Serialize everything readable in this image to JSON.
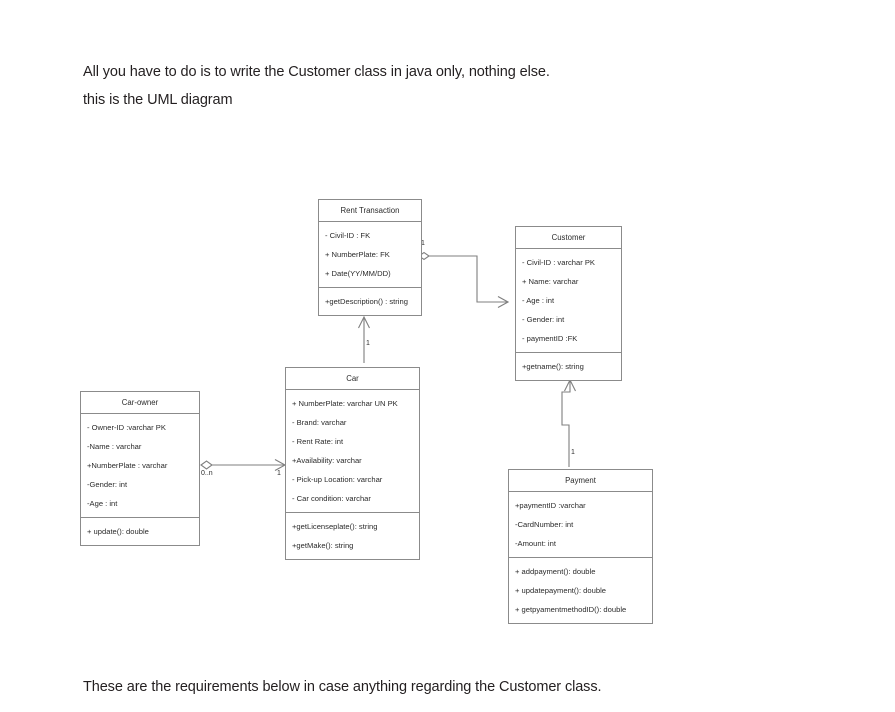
{
  "document": {
    "intro_line_1": "All you have to do is to write the Customer class in java only, nothing else.",
    "intro_line_2": "this is the UML diagram",
    "footer_line": "These are the requirements below in case anything regarding the Customer class."
  },
  "diagram": {
    "type": "uml-class-diagram",
    "line_color": "#7f7f7f",
    "border_color": "#8b8b8b",
    "text_color": "#2b2b2b",
    "classes": [
      {
        "id": "rent-transaction",
        "name": "Rent Transaction",
        "attributes": [
          "- Civil-ID : FK",
          "+ NumberPlate:  FK",
          "+ Date(YY/MM/DD)"
        ],
        "methods": [
          "+getDescription() : string"
        ]
      },
      {
        "id": "customer",
        "name": "Customer",
        "attributes": [
          "- Civil-ID : varchar PK",
          "+ Name:   varchar",
          "- Age :  int",
          "- Gender: int",
          "- paymentID :FK"
        ],
        "methods": [
          "+getname(): string"
        ]
      },
      {
        "id": "car-owner",
        "name": "Car-owner",
        "attributes": [
          "- Owner-ID  :varchar PK",
          "-Name :  varchar",
          "+NumberPlate : varchar",
          "-Gender: int",
          "-Age : int"
        ],
        "methods": [
          "+ update(): double"
        ]
      },
      {
        "id": "car",
        "name": "Car",
        "attributes": [
          "+ NumberPlate: varchar UN PK",
          "- Brand: varchar",
          "- Rent Rate: int",
          "+Availability:  varchar",
          "- Pick-up Location: varchar",
          "- Car condition: varchar"
        ],
        "methods": [
          "+getLicenseplate(): string",
          "+getMake():  string"
        ]
      },
      {
        "id": "payment",
        "name": "Payment",
        "attributes": [
          "+paymentID :varchar",
          "-CardNumber: int",
          "-Amount: int"
        ],
        "methods": [
          "+ addpayment(): double",
          "+ updatepayment(): double",
          "+ getpyamentmethodID(): double"
        ]
      }
    ],
    "relationships": [
      {
        "id": "rent-to-customer",
        "from": "rent-transaction",
        "to": "customer",
        "source_decoration": "hollow-diamond",
        "target_decoration": "open-arrow",
        "source_multiplicity": "1",
        "target_multiplicity": ""
      },
      {
        "id": "car-to-rent",
        "from": "car",
        "to": "rent-transaction",
        "source_decoration": "none",
        "target_decoration": "open-arrow",
        "source_multiplicity": "1",
        "target_multiplicity": ""
      },
      {
        "id": "carowner-to-car",
        "from": "car-owner",
        "to": "car",
        "source_decoration": "hollow-diamond",
        "target_decoration": "open-arrow",
        "source_multiplicity": "0..n",
        "target_multiplicity": "1"
      },
      {
        "id": "payment-to-customer",
        "from": "payment",
        "to": "customer",
        "source_decoration": "none",
        "target_decoration": "open-arrow",
        "source_multiplicity": "1",
        "target_multiplicity": ""
      }
    ]
  }
}
